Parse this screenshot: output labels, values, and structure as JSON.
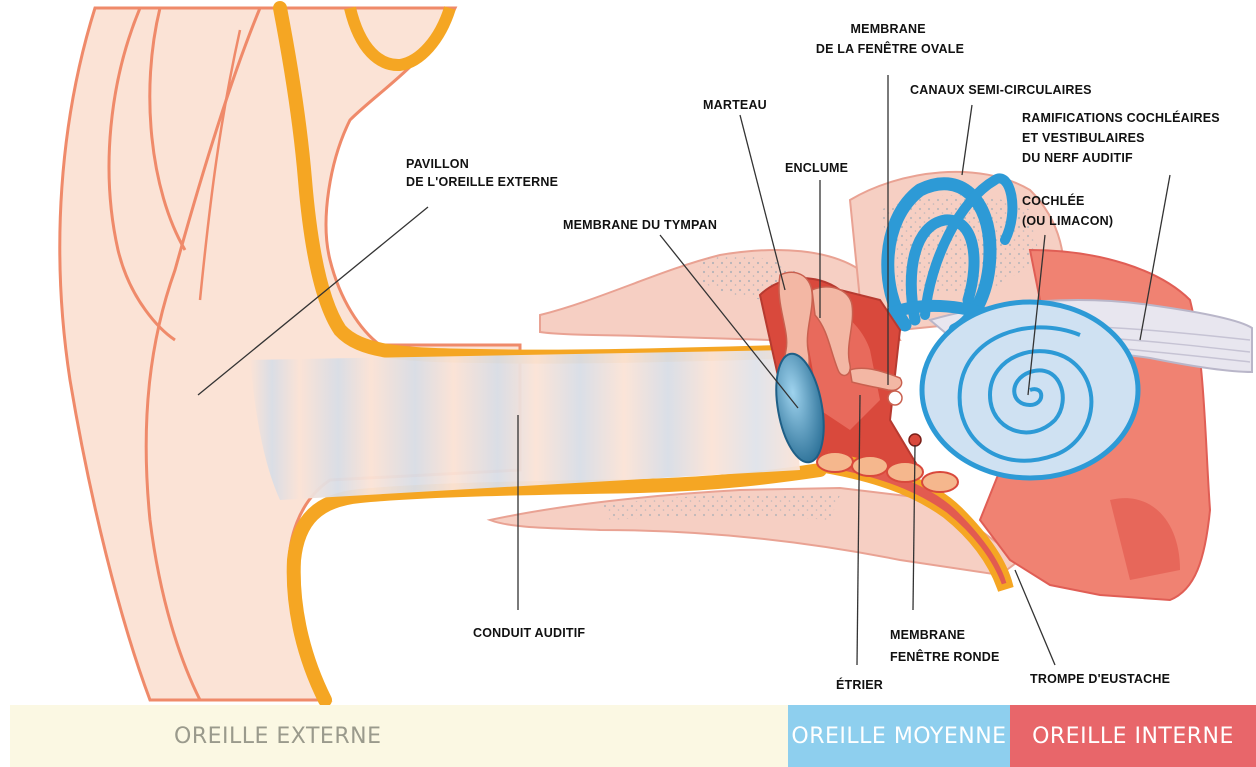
{
  "labels": {
    "pavillon": [
      "PAVILLON",
      "DE L'OREILLE EXTERNE"
    ],
    "membrane_tympan": "MEMBRANE DU TYMPAN",
    "marteau": "MARTEAU",
    "enclume": "ENCLUME",
    "membrane_fenetre_ovale": [
      "MEMBRANE",
      "DE LA FENÊTRE OVALE"
    ],
    "canaux": "CANAUX SEMI-CIRCULAIRES",
    "ramifications": [
      "RAMIFICATIONS COCHLÉAIRES",
      "ET VESTIBULAIRES",
      "DU NERF AUDITIF"
    ],
    "cochlee": [
      "COCHLÉE",
      "(OU LIMACON)"
    ],
    "conduit": "CONDUIT AUDITIF",
    "etrier": "ÉTRIER",
    "membrane_fenetre_ronde": [
      "MEMBRANE",
      "FENÊTRE RONDE"
    ],
    "trompe": "TROMPE D'EUSTACHE"
  },
  "bands": {
    "externe": "OREILLE EXTERNE",
    "moyenne": "OREILLE MOYENNE",
    "interne": "OREILLE INTERNE"
  },
  "colors": {
    "skin": "#fbe3d6",
    "outline": "#ef8a6a",
    "cartilage": "#f5a623",
    "bone": "#f6cfc3",
    "inner_blue": "#2d9ad6",
    "cochlea_fill": "#cfe1f2",
    "middle_red": "#d9493c",
    "tissue_red": "#f08272",
    "band_externe": "#fbf8e3",
    "band_moyenne": "#8ecfee",
    "band_interne": "#e8666a"
  }
}
